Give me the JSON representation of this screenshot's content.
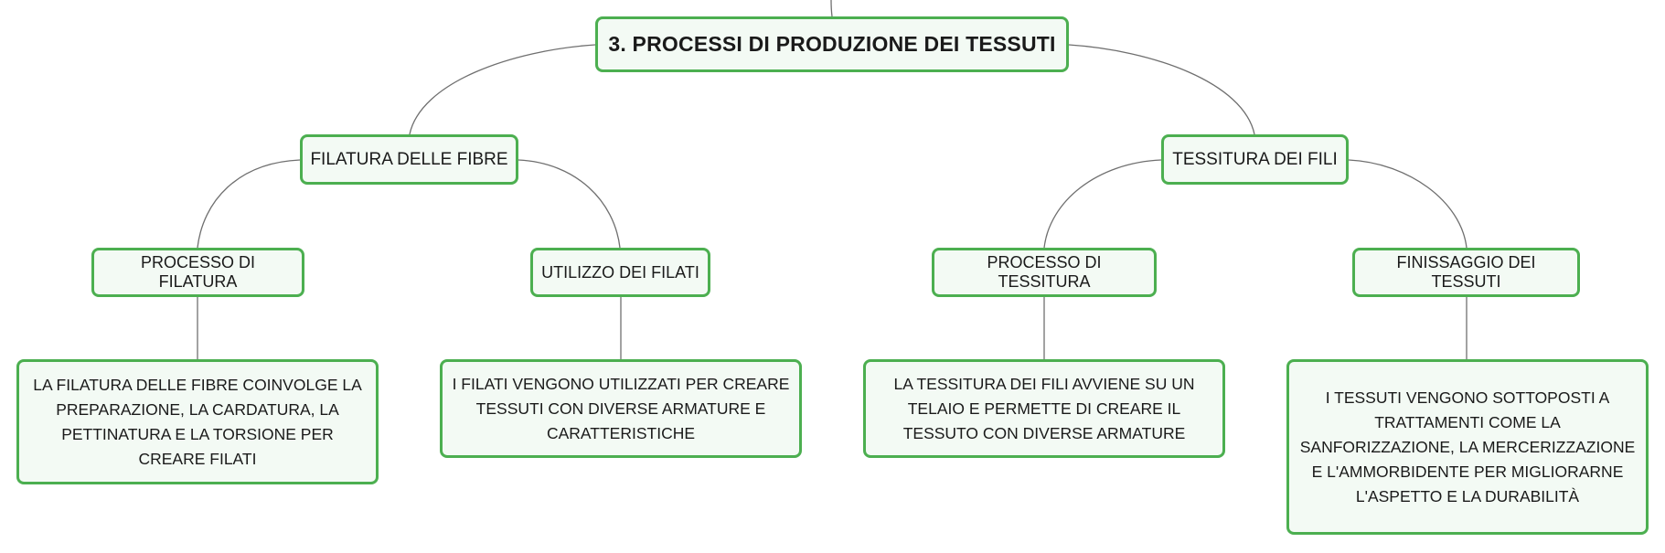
{
  "root": {
    "label": "3. PROCESSI DI PRODUZIONE DEI TESSUTI"
  },
  "branches": {
    "filatura": {
      "label": "FILATURA DELLE FIBRE",
      "processo": {
        "label": "PROCESSO DI FILATURA",
        "description": "LA FILATURA DELLE FIBRE COINVOLGE LA PREPARAZIONE, LA CARDATURA, LA PETTINATURA E LA TORSIONE PER CREARE FILATI"
      },
      "utilizzo": {
        "label": "UTILIZZO DEI FILATI",
        "description": "I FILATI VENGONO UTILIZZATI PER CREARE TESSUTI CON DIVERSE ARMATURE E CARATTERISTICHE"
      }
    },
    "tessitura": {
      "label": "TESSITURA DEI FILI",
      "processo": {
        "label": "PROCESSO DI TESSITURA",
        "description": "LA TESSITURA DEI FILI AVVIENE SU UN TELAIO E PERMETTE DI CREARE IL TESSUTO CON DIVERSE ARMATURE"
      },
      "finissaggio": {
        "label": "FINISSAGGIO DEI TESSUTI",
        "description": "I TESSUTI VENGONO SOTTOPOSTI A TRATTAMENTI COME LA SANFORIZZAZIONE, LA MERCERIZZAZIONE E L'AMMORBIDENTE PER MIGLIORARNE L'ASPETTO E LA DURABILITÀ"
      }
    }
  },
  "colors": {
    "node_border": "#4caf50",
    "node_fill": "#f3faf4",
    "connector": "#6f6f6f",
    "text": "#1a1a1a"
  }
}
